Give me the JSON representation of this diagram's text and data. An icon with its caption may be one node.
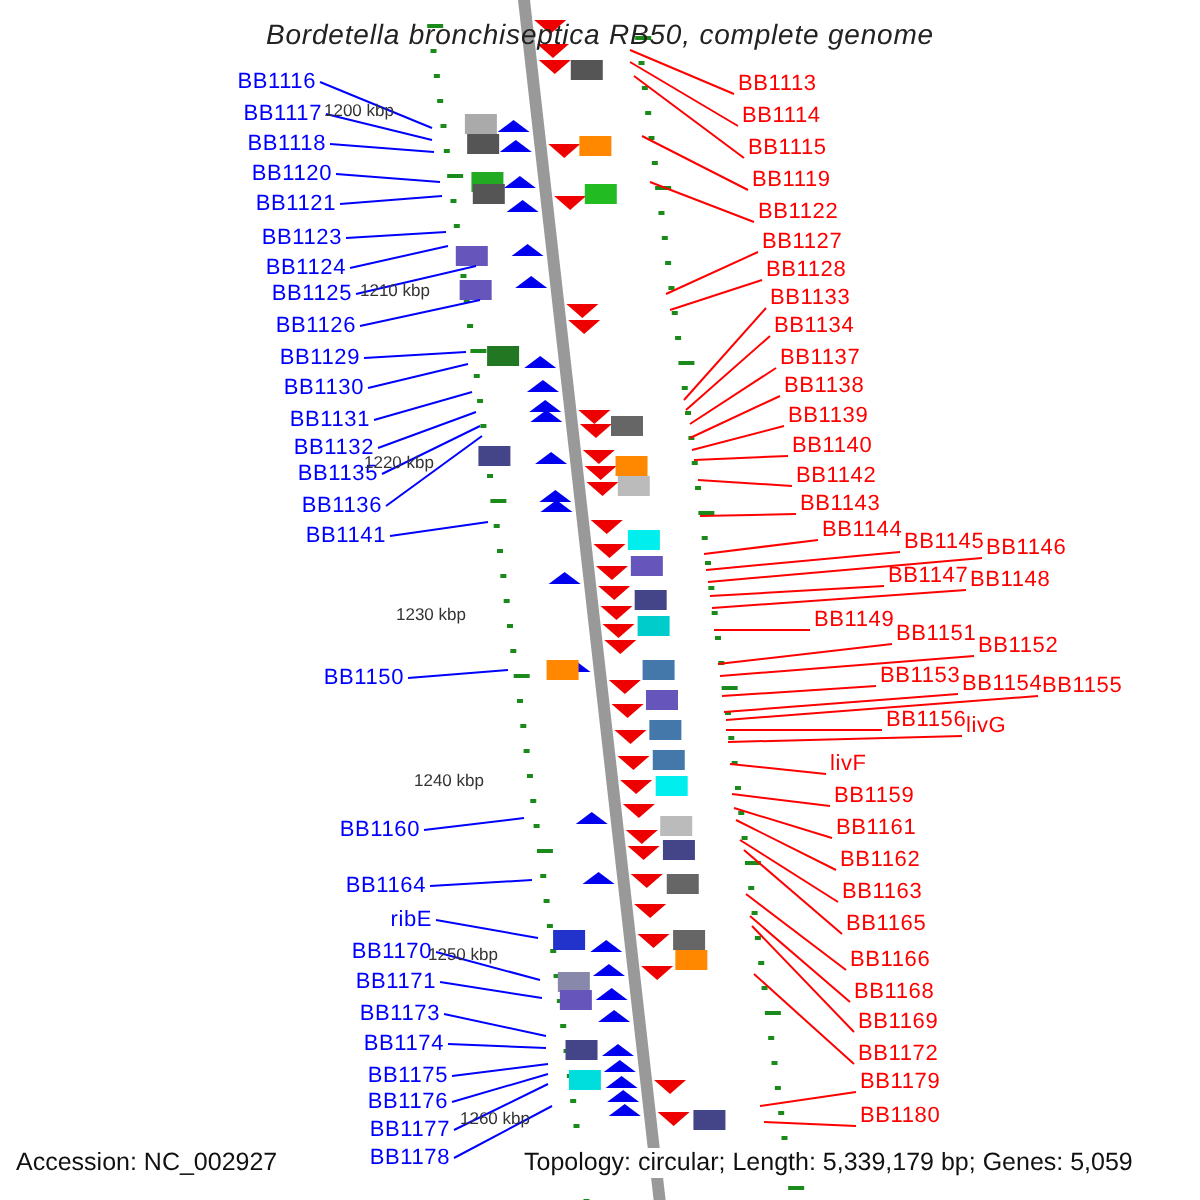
{
  "diagram": {
    "title": "Bordetella bronchiseptica RB50, complete genome",
    "nodes": [
      {
        "text": [
          "BB1116"
        ]
      },
      {
        "text": [
          "BB1117"
        ]
      },
      {
        "text": [
          "BB1118"
        ]
      },
      {
        "text": [
          "BB1120"
        ]
      },
      {
        "text": [
          "BB1121"
        ]
      },
      {
        "text": [
          "BB1123"
        ]
      },
      {
        "text": [
          "BB1124"
        ]
      },
      {
        "text": [
          "BB1125"
        ]
      },
      {
        "text": [
          "BB1126"
        ]
      },
      {
        "text": [
          "BB1129"
        ]
      },
      {
        "text": [
          "BB1130"
        ]
      },
      {
        "text": [
          "BB1131"
        ]
      },
      {
        "text": [
          "BB1132"
        ]
      },
      {
        "text": [
          "BB1135"
        ]
      },
      {
        "text": [
          "BB1136"
        ]
      },
      {
        "text": [
          "BB1141"
        ]
      },
      {
        "text": [
          "BB1150"
        ]
      },
      {
        "text": [
          "BB1160"
        ]
      },
      {
        "text": [
          "BB1164"
        ]
      },
      {
        "text": [
          "ribE"
        ]
      },
      {
        "text": [
          "BB1170"
        ]
      },
      {
        "text": [
          "BB1171"
        ]
      },
      {
        "text": [
          "BB1173"
        ]
      },
      {
        "text": [
          "BB1174"
        ]
      },
      {
        "text": [
          "BB1175"
        ]
      },
      {
        "text": [
          "BB1176"
        ]
      },
      {
        "text": [
          "BB1177"
        ]
      },
      {
        "text": [
          "BB1178"
        ]
      },
      {
        "text": [
          "BB1113"
        ]
      },
      {
        "text": [
          "BB1114"
        ]
      },
      {
        "text": [
          "BB1115"
        ]
      },
      {
        "text": [
          "BB1119"
        ]
      },
      {
        "text": [
          "BB1122"
        ]
      },
      {
        "text": [
          "BB1127"
        ]
      },
      {
        "text": [
          "BB1128"
        ]
      },
      {
        "text": [
          "BB1133"
        ]
      },
      {
        "text": [
          "BB1134"
        ]
      },
      {
        "text": [
          "BB1137"
        ]
      },
      {
        "text": [
          "BB1138"
        ]
      },
      {
        "text": [
          "BB1139"
        ]
      },
      {
        "text": [
          "BB1140"
        ]
      },
      {
        "text": [
          "BB1142"
        ]
      },
      {
        "text": [
          "BB1143"
        ]
      },
      {
        "text": [
          "BB1144"
        ]
      },
      {
        "text": [
          "BB1145"
        ]
      },
      {
        "text": [
          "BB1146"
        ]
      },
      {
        "text": [
          "BB1147"
        ]
      },
      {
        "text": [
          "BB1148"
        ]
      },
      {
        "text": [
          "BB1149"
        ]
      },
      {
        "text": [
          "BB1151"
        ]
      },
      {
        "text": [
          "BB1152"
        ]
      },
      {
        "text": [
          "BB1153"
        ]
      },
      {
        "text": [
          "BB1154"
        ]
      },
      {
        "text": [
          "BB1155"
        ]
      },
      {
        "text": [
          "BB1156"
        ]
      },
      {
        "text": [
          "livG"
        ]
      },
      {
        "text": [
          "livF"
        ]
      },
      {
        "text": [
          "BB1159"
        ]
      },
      {
        "text": [
          "BB1161"
        ]
      },
      {
        "text": [
          "BB1162"
        ]
      },
      {
        "text": [
          "BB1163"
        ]
      },
      {
        "text": [
          "BB1165"
        ]
      },
      {
        "text": [
          "BB1166"
        ]
      },
      {
        "text": [
          "BB1168"
        ]
      },
      {
        "text": [
          "BB1169"
        ]
      },
      {
        "text": [
          "BB1172"
        ]
      },
      {
        "text": [
          "BB1179"
        ]
      },
      {
        "text": [
          "BB1180"
        ]
      }
    ],
    "edges": [
      {
        "from": 0,
        "to": null,
        "arrow": "none",
        "color": "#0000ff"
      },
      {
        "from": 1,
        "to": null,
        "arrow": "none",
        "color": "#0000ff"
      },
      {
        "from": 2,
        "to": null,
        "arrow": "none",
        "color": "#0000ff"
      },
      {
        "from": 3,
        "to": null,
        "arrow": "none",
        "color": "#0000ff"
      },
      {
        "from": 4,
        "to": null,
        "arrow": "none",
        "color": "#0000ff"
      },
      {
        "from": 5,
        "to": null,
        "arrow": "none",
        "color": "#0000ff"
      },
      {
        "from": 6,
        "to": null,
        "arrow": "none",
        "color": "#0000ff"
      },
      {
        "from": 7,
        "to": null,
        "arrow": "none",
        "color": "#0000ff"
      },
      {
        "from": 8,
        "to": null,
        "arrow": "none",
        "color": "#0000ff"
      },
      {
        "from": 9,
        "to": null,
        "arrow": "none",
        "color": "#0000ff"
      },
      {
        "from": 10,
        "to": null,
        "arrow": "none",
        "color": "#0000ff"
      },
      {
        "from": 11,
        "to": null,
        "arrow": "none",
        "color": "#0000ff"
      },
      {
        "from": 12,
        "to": null,
        "arrow": "none",
        "color": "#0000ff"
      },
      {
        "from": 13,
        "to": null,
        "arrow": "none",
        "color": "#0000ff"
      },
      {
        "from": 14,
        "to": null,
        "arrow": "none",
        "color": "#0000ff"
      },
      {
        "from": 15,
        "to": null,
        "arrow": "none",
        "color": "#0000ff"
      },
      {
        "from": 16,
        "to": null,
        "arrow": "none",
        "color": "#0000ff"
      },
      {
        "from": 17,
        "to": null,
        "arrow": "none",
        "color": "#0000ff"
      },
      {
        "from": 18,
        "to": null,
        "arrow": "none",
        "color": "#0000ff"
      },
      {
        "from": 19,
        "to": null,
        "arrow": "none",
        "color": "#0000ff"
      },
      {
        "from": 20,
        "to": null,
        "arrow": "none",
        "color": "#0000ff"
      },
      {
        "from": 21,
        "to": null,
        "arrow": "none",
        "color": "#0000ff"
      },
      {
        "from": 22,
        "to": null,
        "arrow": "none",
        "color": "#0000ff"
      },
      {
        "from": 23,
        "to": null,
        "arrow": "none",
        "color": "#0000ff"
      },
      {
        "from": 24,
        "to": null,
        "arrow": "none",
        "color": "#0000ff"
      },
      {
        "from": 25,
        "to": null,
        "arrow": "none",
        "color": "#0000ff"
      },
      {
        "from": 26,
        "to": null,
        "arrow": "none",
        "color": "#0000ff"
      },
      {
        "from": 27,
        "to": null,
        "arrow": "none",
        "color": "#0000ff"
      },
      {
        "from": 28,
        "to": null,
        "arrow": "none",
        "color": "#ff0000"
      },
      {
        "from": 29,
        "to": null,
        "arrow": "none",
        "color": "#ff0000"
      },
      {
        "from": 30,
        "to": null,
        "arrow": "none",
        "color": "#ff0000"
      },
      {
        "from": 31,
        "to": null,
        "arrow": "none",
        "color": "#ff0000"
      },
      {
        "from": 32,
        "to": null,
        "arrow": "none",
        "color": "#ff0000"
      },
      {
        "from": 33,
        "to": null,
        "arrow": "none",
        "color": "#ff0000"
      },
      {
        "from": 34,
        "to": null,
        "arrow": "none",
        "color": "#ff0000"
      },
      {
        "from": 35,
        "to": null,
        "arrow": "none",
        "color": "#ff0000"
      },
      {
        "from": 36,
        "to": null,
        "arrow": "none",
        "color": "#ff0000"
      },
      {
        "from": 37,
        "to": null,
        "arrow": "none",
        "color": "#ff0000"
      },
      {
        "from": 38,
        "to": null,
        "arrow": "none",
        "color": "#ff0000"
      },
      {
        "from": 39,
        "to": null,
        "arrow": "none",
        "color": "#ff0000"
      },
      {
        "from": 40,
        "to": null,
        "arrow": "none",
        "color": "#ff0000"
      },
      {
        "from": 41,
        "to": null,
        "arrow": "none",
        "color": "#ff0000"
      },
      {
        "from": 42,
        "to": null,
        "arrow": "none",
        "color": "#ff0000"
      },
      {
        "from": 43,
        "to": null,
        "arrow": "none",
        "color": "#ff0000"
      },
      {
        "from": 44,
        "to": null,
        "arrow": "none",
        "color": "#ff0000"
      },
      {
        "from": 45,
        "to": null,
        "arrow": "none",
        "color": "#ff0000"
      },
      {
        "from": 46,
        "to": null,
        "arrow": "none",
        "color": "#ff0000"
      },
      {
        "from": 47,
        "to": null,
        "arrow": "none",
        "color": "#ff0000"
      },
      {
        "from": 48,
        "to": null,
        "arrow": "none",
        "color": "#ff0000"
      },
      {
        "from": 49,
        "to": null,
        "arrow": "none",
        "color": "#ff0000"
      },
      {
        "from": 50,
        "to": null,
        "arrow": "none",
        "color": "#ff0000"
      },
      {
        "from": 51,
        "to": null,
        "arrow": "none",
        "color": "#ff0000"
      },
      {
        "from": 52,
        "to": null,
        "arrow": "none",
        "color": "#ff0000"
      },
      {
        "from": 53,
        "to": null,
        "arrow": "none",
        "color": "#ff0000"
      },
      {
        "from": 54,
        "to": null,
        "arrow": "none",
        "color": "#ff0000"
      },
      {
        "from": 55,
        "to": null,
        "arrow": "none",
        "color": "#ff0000"
      },
      {
        "from": 56,
        "to": null,
        "arrow": "none",
        "color": "#ff0000"
      },
      {
        "from": 57,
        "to": null,
        "arrow": "none",
        "color": "#ff0000"
      },
      {
        "from": 58,
        "to": null,
        "arrow": "none",
        "color": "#ff0000"
      },
      {
        "from": 59,
        "to": null,
        "arrow": "none",
        "color": "#ff0000"
      },
      {
        "from": 60,
        "to": null,
        "arrow": "none",
        "color": "#ff0000"
      },
      {
        "from": 61,
        "to": null,
        "arrow": "none",
        "color": "#ff0000"
      },
      {
        "from": 62,
        "to": null,
        "arrow": "none",
        "color": "#ff0000"
      },
      {
        "from": 63,
        "to": null,
        "arrow": "none",
        "color": "#ff0000"
      },
      {
        "from": 64,
        "to": null,
        "arrow": "none",
        "color": "#ff0000"
      },
      {
        "from": 65,
        "to": null,
        "arrow": "none",
        "color": "#ff0000"
      },
      {
        "from": 66,
        "to": null,
        "arrow": "none",
        "color": "#ff0000"
      },
      {
        "from": 67,
        "to": null,
        "arrow": "none",
        "color": "#ff0000"
      }
    ],
    "labels": [
      "1200 kbp",
      "1210 kbp",
      "1220 kbp",
      "1230 kbp",
      "1240 kbp",
      "1250 kbp",
      "1260 kbp",
      "Accession: NC_002927",
      "Topology: circular; Length: 5,339,179 bp; Genes: 5,059"
    ]
  }
}
